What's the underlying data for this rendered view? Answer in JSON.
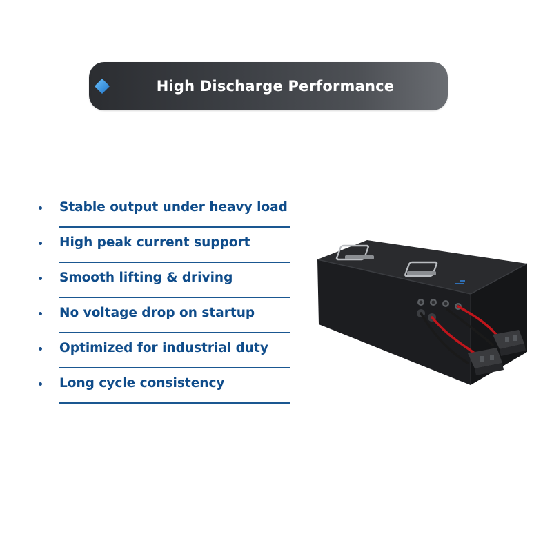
{
  "banner": {
    "title": "High Discharge Performance",
    "icon": "diamond-icon",
    "accent": "#2f8ddc"
  },
  "features": [
    {
      "label": "Stable output under heavy load"
    },
    {
      "label": "High peak current support"
    },
    {
      "label": "Smooth lifting & driving"
    },
    {
      "label": "No voltage drop on startup"
    },
    {
      "label": "Optimized for industrial duty"
    },
    {
      "label": "Long cycle consistency"
    }
  ],
  "colors": {
    "text": "#0f4c8a",
    "rule": "#1a5791",
    "battery": "#1e1f22",
    "cable_red": "#c0161c"
  }
}
